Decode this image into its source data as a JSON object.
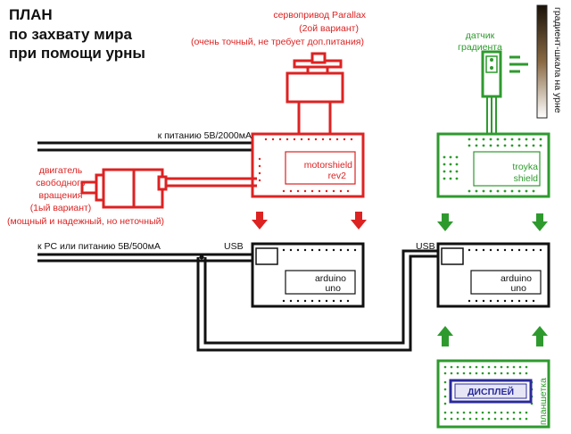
{
  "title": {
    "line1": "ПЛАН",
    "line2": "по захвату мира",
    "line3": "при помощи урны"
  },
  "servo": {
    "title": "сервопривод Parallax",
    "variant": "(2ой вариант)",
    "note": "(очень точный, не требует доп.питания)"
  },
  "motor": {
    "line1": "двигатель",
    "line2": "свободного",
    "line3": "вращения",
    "variant": "(1ый вариант)",
    "note": "(мощный и надежный, но неточный)"
  },
  "wires": {
    "power_5v_2000": "к питанию 5В/2000мА",
    "pc_power_5v_500": "к PC или питанию 5В/500мА",
    "usb_left": "USB",
    "usb_right": "USB"
  },
  "boards": {
    "motorshield_line1": "motorshield",
    "motorshield_line2": "rev2",
    "arduino_left_line1": "arduino",
    "arduino_left_line2": "uno",
    "arduino_right_line1": "arduino",
    "arduino_right_line2": "uno",
    "troyka_line1": "troyka",
    "troyka_line2": "shield"
  },
  "sensor": {
    "line1": "датчик",
    "line2": "градиента"
  },
  "gradient_scale_label": "градиент-шкала на урне",
  "breadboard": {
    "label": "планшетка",
    "display": "ДИСПЛЕЙ"
  },
  "colors": {
    "red": "#dd2222",
    "green": "#2e9a2e",
    "black": "#111111",
    "blue": "#2a2a9c"
  }
}
